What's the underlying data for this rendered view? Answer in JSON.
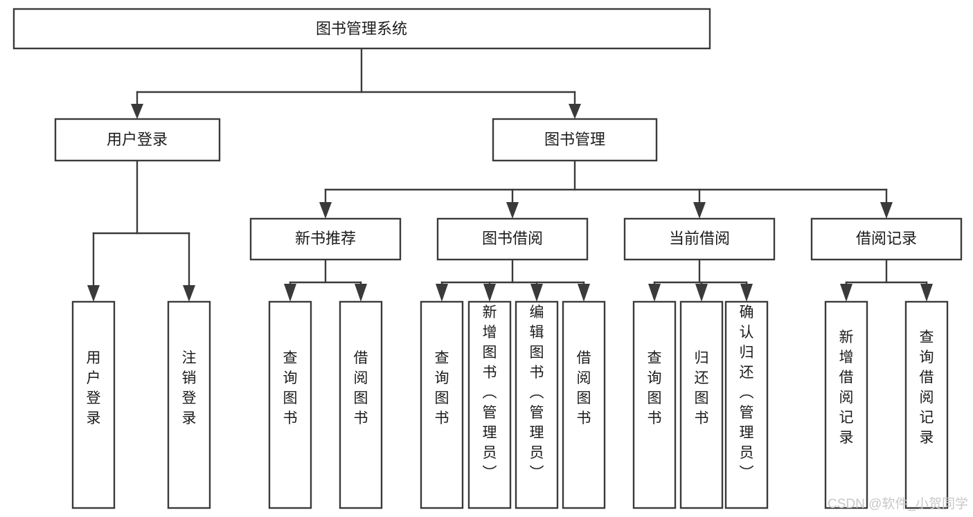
{
  "diagram": {
    "title": "图书管理系统",
    "type": "tree-hierarchy-chart",
    "colors": {
      "box_stroke": "#3a3a3a",
      "box_fill": "#ffffff",
      "text": "#1b1b1b",
      "background": "#ffffff",
      "watermark": "#c8c8c8"
    },
    "root": {
      "label": "图书管理系统"
    },
    "level2": [
      {
        "label": "用户登录"
      },
      {
        "label": "图书管理"
      }
    ],
    "level3": [
      {
        "label": "新书推荐"
      },
      {
        "label": "图书借阅"
      },
      {
        "label": "当前借阅"
      },
      {
        "label": "借阅记录"
      }
    ],
    "leaves": {
      "user_login": [
        {
          "label": "用户登录"
        },
        {
          "label": "注销登录"
        }
      ],
      "new_book_recommend": [
        {
          "label": "查询图书"
        },
        {
          "label": "借阅图书"
        }
      ],
      "book_borrow": [
        {
          "label": "查询图书"
        },
        {
          "label": "新增图书（管理员）"
        },
        {
          "label": "编辑图书（管理员）"
        },
        {
          "label": "借阅图书"
        }
      ],
      "current_borrow": [
        {
          "label": "查询图书"
        },
        {
          "label": "归还图书"
        },
        {
          "label": "确认归还（管理员）"
        }
      ],
      "borrow_record": [
        {
          "label": "新增借阅记录"
        },
        {
          "label": "查询借阅记录"
        }
      ]
    },
    "watermark": "CSDN @软件_小贺同学"
  }
}
